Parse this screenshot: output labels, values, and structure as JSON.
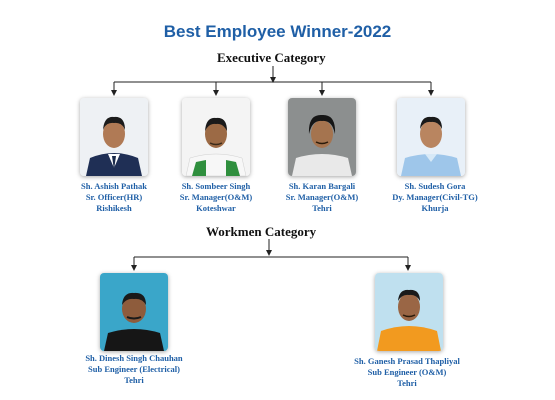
{
  "title": "Best Employee Winner-2022",
  "executive": {
    "label": "Executive Category",
    "people": [
      {
        "name": "Sh. Ashish Pathak",
        "designation": "Sr. Officer(HR)",
        "location": "Rishikesh"
      },
      {
        "name": "Sh. Sombeer Singh",
        "designation": "Sr. Manager(O&M)",
        "location": "Koteshwar"
      },
      {
        "name": "Sh. Karan Bargali",
        "designation": "Sr. Manager(O&M)",
        "location": "Tehri"
      },
      {
        "name": "Sh. Sudesh Gora",
        "designation": "Dy. Manager(Civil-TG)",
        "location": "Khurja"
      }
    ]
  },
  "workmen": {
    "label": "Workmen Category",
    "people": [
      {
        "name": "Sh. Dinesh Singh Chauhan",
        "designation": "Sub Engineer (Electrical)",
        "location": "Tehri"
      },
      {
        "name": "Sh. Ganesh Prasad Thapliyal",
        "designation": "Sub Engineer (O&M)",
        "location": "Tehri"
      }
    ]
  },
  "colors": {
    "title": "#1f5fa6",
    "caption": "#1f5fa6",
    "category": "#111111",
    "connector": "#222222"
  }
}
